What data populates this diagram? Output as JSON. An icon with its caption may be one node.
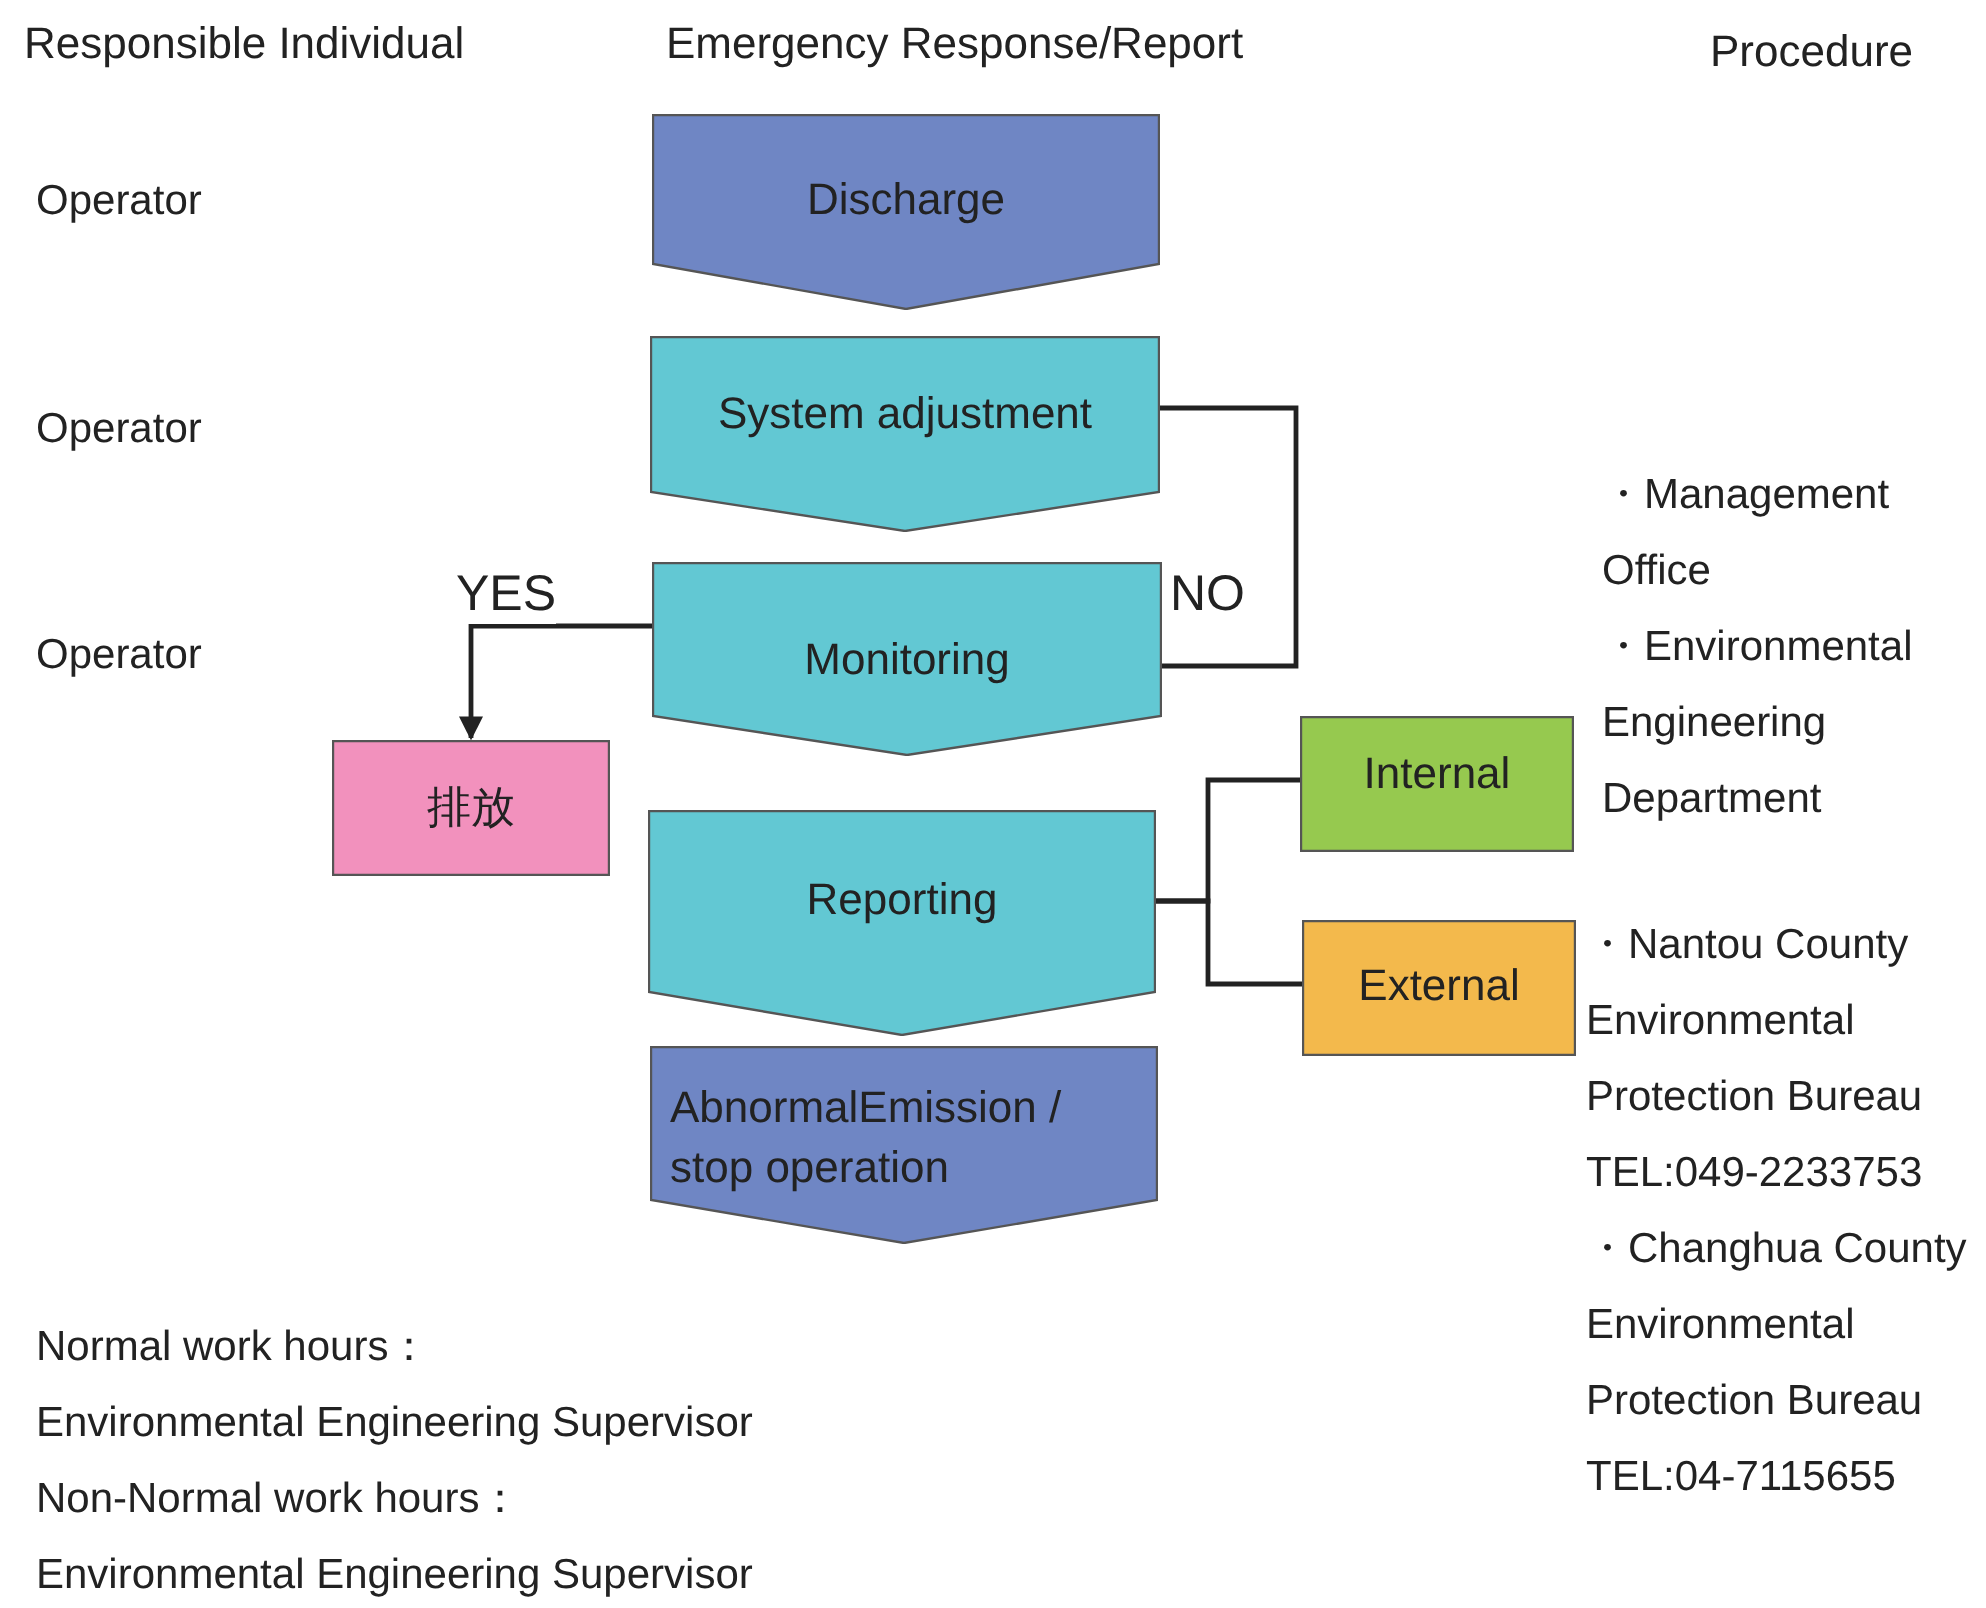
{
  "diagram": {
    "nodes": [
      {
        "text": [
          "Discharge"
        ]
      },
      {
        "text": [
          "System adjustment"
        ]
      },
      {
        "text": [
          "Monitoring"
        ]
      },
      {
        "text": [
          "排放"
        ]
      },
      {
        "text": [
          "Reporting"
        ]
      },
      {
        "text": [
          "AbnormalEmission / stop operation"
        ]
      },
      {
        "text": [
          "Internal"
        ]
      },
      {
        "text": [
          "External"
        ]
      }
    ],
    "edges": [
      {
        "from": 2,
        "to": 3,
        "arrow": "to",
        "label": "YES"
      },
      {
        "from": 2,
        "to": 1,
        "arrow": "none",
        "label": "NO"
      },
      {
        "from": 4,
        "to": 6,
        "arrow": "none"
      },
      {
        "from": 4,
        "to": 7,
        "arrow": "none"
      }
    ],
    "labels": [
      "Responsible Individual",
      "Emergency Response/Report",
      "Procedure",
      "Operator",
      "Operator",
      "Operator",
      "・Management Office",
      "・Environmental Engineering Department",
      "・Nantou County Environmental Protection Bureau",
      "TEL:049-2233753",
      "・Changhua County Environmental Protection Bureau",
      "TEL:04-7115655",
      "Normal work hours：",
      "Environmental Engineering Supervisor",
      "Non-Normal work hours：",
      "Environmental Engineering Supervisor"
    ]
  }
}
